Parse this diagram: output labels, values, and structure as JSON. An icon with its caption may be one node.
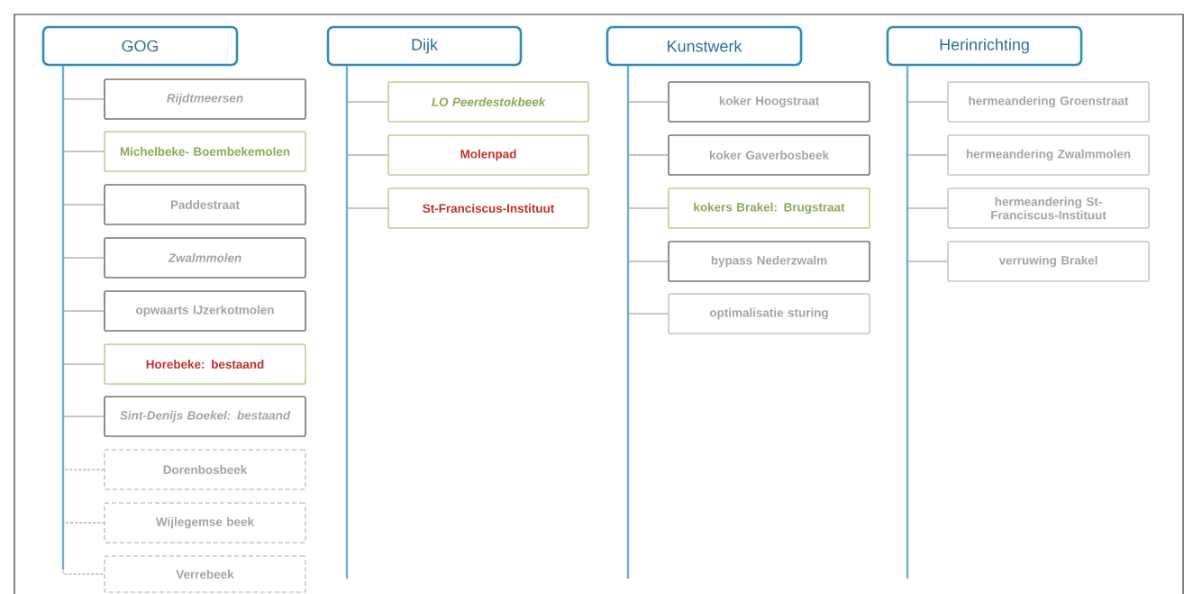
{
  "diagram": {
    "nodes": [
      {
        "text": [
          "GOG"
        ]
      },
      {
        "text": [
          "Rijdtmeersen"
        ]
      },
      {
        "text": [
          "Michelbeke- Boembekemolen"
        ]
      },
      {
        "text": [
          "Paddestraat"
        ]
      },
      {
        "text": [
          "Zwalmmolen"
        ]
      },
      {
        "text": [
          "opwaarts IJzerkotmolen"
        ]
      },
      {
        "text": [
          "Horebeke: bestaand"
        ]
      },
      {
        "text": [
          "Sint-Denijs Boekel: bestaand"
        ]
      },
      {
        "text": [
          "Dorenbosbeek"
        ]
      },
      {
        "text": [
          "Wijlegemse beek"
        ]
      },
      {
        "text": [
          "Verrebeek"
        ]
      },
      {
        "text": [
          "Dijk"
        ]
      },
      {
        "text": [
          "LO Peerdestokbeek"
        ]
      },
      {
        "text": [
          "Molenpad"
        ]
      },
      {
        "text": [
          "St-Franciscus-Instituut"
        ]
      },
      {
        "text": [
          "Kunstwerk"
        ]
      },
      {
        "text": [
          "koker Hoogstraat"
        ]
      },
      {
        "text": [
          "koker Gaverbosbeek"
        ]
      },
      {
        "text": [
          "kokers Brakel: Brugstraat"
        ]
      },
      {
        "text": [
          "bypass Nederzwalm"
        ]
      },
      {
        "text": [
          "optimalisatie sturing"
        ]
      },
      {
        "text": [
          "Herinrichting"
        ]
      },
      {
        "text": [
          "hermeandering Groenstraat"
        ]
      },
      {
        "text": [
          "hermeandering Zwalmmolen"
        ]
      },
      {
        "text": [
          "hermeandering St- Franciscus-Instituut"
        ]
      },
      {
        "text": [
          "verruwing Brakel"
        ]
      }
    ],
    "edges": [
      {
        "from": 0,
        "to": 1,
        "arrow": "none"
      },
      {
        "from": 0,
        "to": 2,
        "arrow": "none"
      },
      {
        "from": 0,
        "to": 3,
        "arrow": "none"
      },
      {
        "from": 0,
        "to": 4,
        "arrow": "none"
      },
      {
        "from": 0,
        "to": 5,
        "arrow": "none"
      },
      {
        "from": 0,
        "to": 6,
        "arrow": "none"
      },
      {
        "from": 0,
        "to": 7,
        "arrow": "none"
      },
      {
        "from": 0,
        "to": 8,
        "arrow": "none",
        "style": "dashed"
      },
      {
        "from": 0,
        "to": 9,
        "arrow": "none",
        "style": "dashed"
      },
      {
        "from": 0,
        "to": 10,
        "arrow": "none",
        "style": "dashed"
      },
      {
        "from": 11,
        "to": 12,
        "arrow": "none"
      },
      {
        "from": 11,
        "to": 13,
        "arrow": "none"
      },
      {
        "from": 11,
        "to": 14,
        "arrow": "none"
      },
      {
        "from": 15,
        "to": 16,
        "arrow": "none"
      },
      {
        "from": 15,
        "to": 17,
        "arrow": "none"
      },
      {
        "from": 15,
        "to": 18,
        "arrow": "none"
      },
      {
        "from": 15,
        "to": 19,
        "arrow": "none"
      },
      {
        "from": 15,
        "to": 20,
        "arrow": "none"
      },
      {
        "from": 21,
        "to": 22,
        "arrow": "none"
      },
      {
        "from": 21,
        "to": 23,
        "arrow": "none"
      },
      {
        "from": 21,
        "to": 24,
        "arrow": "none"
      },
      {
        "from": 21,
        "to": 25,
        "arrow": "none"
      }
    ]
  }
}
